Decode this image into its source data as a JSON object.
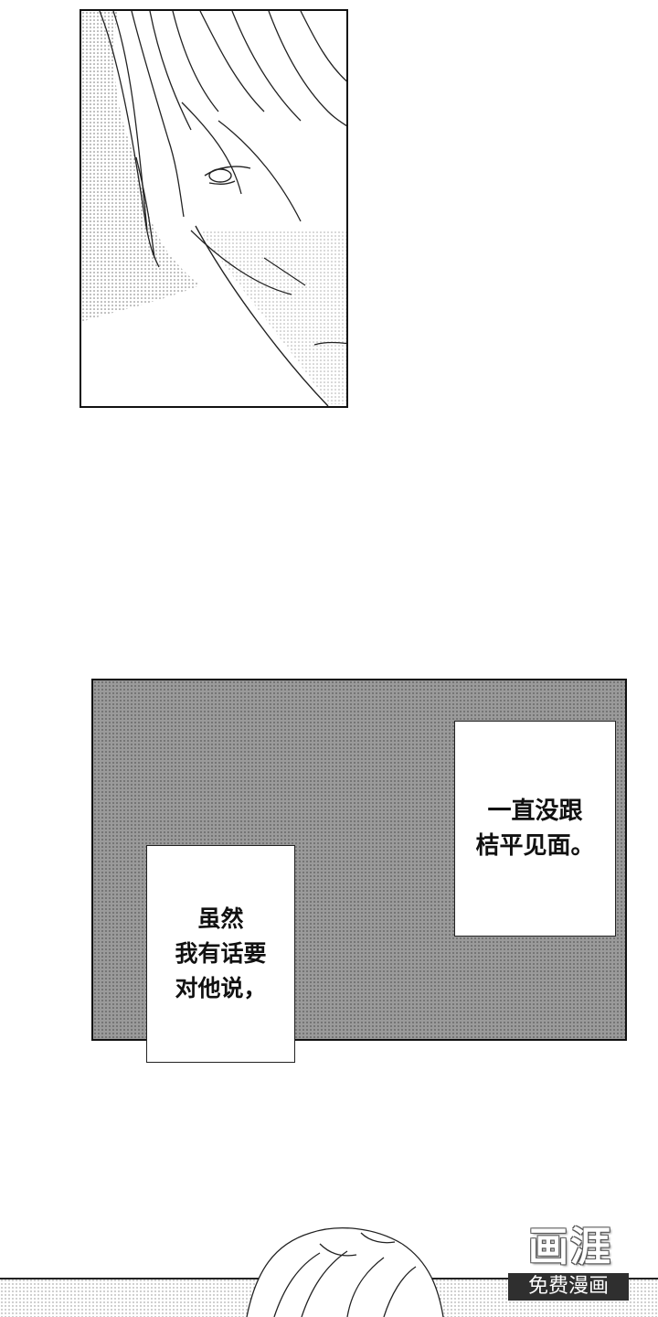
{
  "panels": {
    "face": {
      "kind": "illustration",
      "subject": "downcast character face"
    },
    "tone": {
      "caption_right": {
        "lines": [
          "一直没跟",
          "桔平见面。"
        ]
      },
      "caption_left": {
        "lines": [
          "虽然",
          "我有话要",
          "对他说，"
        ]
      }
    },
    "bottom": {
      "kind": "illustration",
      "subject": "top of character hair"
    }
  },
  "watermark": {
    "logo": "画涯",
    "label": "免费漫画"
  },
  "colors": {
    "ink": "#111111",
    "tone": "#9a9a9a",
    "paper": "#ffffff"
  }
}
